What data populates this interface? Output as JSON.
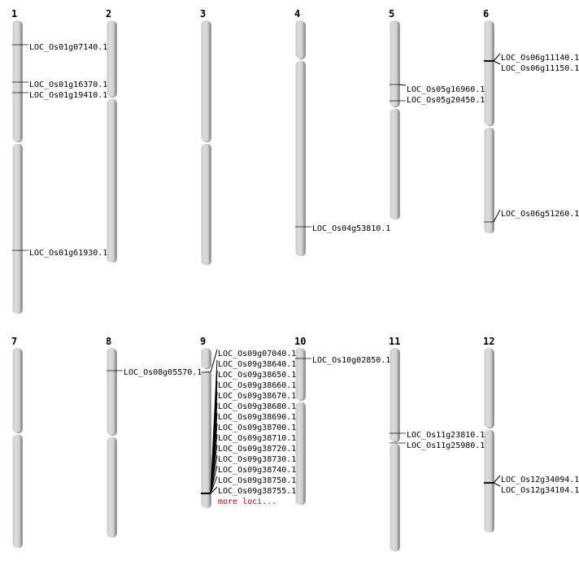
{
  "chromosomes": [
    {
      "name": "1",
      "loci": [
        "LOC_Os01g07140.1",
        "LOC_Os01g16370.1",
        "LOC_Os01g19410.1",
        "LOC_Os01g61930.1"
      ]
    },
    {
      "name": "2",
      "loci": []
    },
    {
      "name": "3",
      "loci": []
    },
    {
      "name": "4",
      "loci": [
        "LOC_Os04g53810.1"
      ]
    },
    {
      "name": "5",
      "loci": [
        "LOC_Os05g16960.1",
        "LOC_Os05g20450.1"
      ]
    },
    {
      "name": "6",
      "loci": [
        "LOC_Os06g11140.1",
        "LOC_Os06g11150.1",
        "LOC_Os06g51260.1"
      ]
    },
    {
      "name": "7",
      "loci": []
    },
    {
      "name": "8",
      "loci": [
        "LOC_Os08g05570.1"
      ]
    },
    {
      "name": "9",
      "loci": [
        "LOC_Os09g07040.1",
        "LOC_Os09g38640.1",
        "LOC_Os09g38650.1",
        "LOC_Os09g38660.1",
        "LOC_Os09g38670.1",
        "LOC_Os09g38680.1",
        "LOC_Os09g38690.1",
        "LOC_Os09g38700.1",
        "LOC_Os09g38710.1",
        "LOC_Os09g38720.1",
        "LOC_Os09g38730.1",
        "LOC_Os09g38740.1",
        "LOC_Os09g38750.1",
        "LOC_Os09g38755.1"
      ],
      "more": "more loci..."
    },
    {
      "name": "10",
      "loci": [
        "LOC_Os10g02850.1"
      ]
    },
    {
      "name": "11",
      "loci": [
        "LOC_Os11g23810.1",
        "LOC_Os11g25980.1"
      ]
    },
    {
      "name": "12",
      "loci": [
        "LOC_Os12g34094.1",
        "LOC_Os12g34104.1"
      ]
    }
  ],
  "colors": {
    "chromosome": "#d4d4d4",
    "chromosome_edge": "#8a8a8a",
    "more_link": "#c00000"
  }
}
